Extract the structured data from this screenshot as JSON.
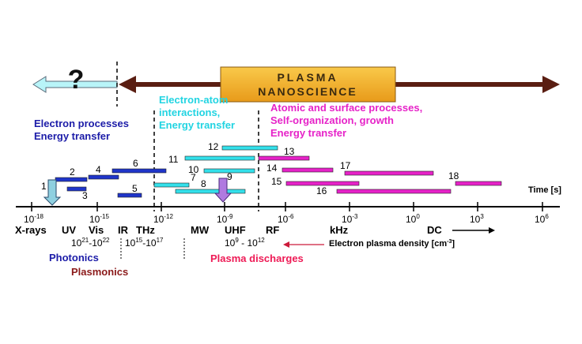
{
  "banner": {
    "line1": "PLASMA",
    "line2": "NANOSCIENCE",
    "question": "?"
  },
  "groups": {
    "electron": {
      "line1": "Electron processes",
      "line2": "Energy transfer"
    },
    "atom": {
      "line1": "Electron-atom",
      "line2": "interactions,",
      "line3": "Energy transfer"
    },
    "surface": {
      "line1": "Atomic and surface processes,",
      "line2": "Self-organization, growth",
      "line3": "Energy transfer"
    }
  },
  "time_axis": {
    "label": "Time [s]",
    "ticks": [
      {
        "base": "10",
        "exp": "-18"
      },
      {
        "base": "10",
        "exp": "-15"
      },
      {
        "base": "10",
        "exp": "-12"
      },
      {
        "base": "10",
        "exp": "-9"
      },
      {
        "base": "10",
        "exp": "-6"
      },
      {
        "base": "10",
        "exp": "-3"
      },
      {
        "base": "10",
        "exp": "0"
      },
      {
        "base": "10",
        "exp": "3"
      },
      {
        "base": "10",
        "exp": "6"
      }
    ]
  },
  "bars": [
    {
      "n": "1",
      "color": "#1f35c9"
    },
    {
      "n": "2",
      "color": "#1f35c9"
    },
    {
      "n": "3",
      "color": "#1f35c9"
    },
    {
      "n": "4",
      "color": "#1f35c9"
    },
    {
      "n": "5",
      "color": "#1f35c9"
    },
    {
      "n": "6",
      "color": "#1f35c9"
    },
    {
      "n": "7",
      "color": "#33e0ea"
    },
    {
      "n": "8",
      "color": "#33e0ea"
    },
    {
      "n": "9",
      "color": "#33e0ea"
    },
    {
      "n": "10",
      "color": "#33e0ea"
    },
    {
      "n": "11",
      "color": "#33e0ea"
    },
    {
      "n": "12",
      "color": "#33e0ea"
    },
    {
      "n": "13",
      "color": "#e622c8"
    },
    {
      "n": "14",
      "color": "#e622c8"
    },
    {
      "n": "15",
      "color": "#e622c8"
    },
    {
      "n": "16",
      "color": "#e622c8"
    },
    {
      "n": "17",
      "color": "#e622c8"
    },
    {
      "n": "18",
      "color": "#e622c8"
    }
  ],
  "spectrum": [
    {
      "text": "X-rays",
      "color": "#000000"
    },
    {
      "text": "UV",
      "color": "#1a1aa0"
    },
    {
      "text": "Vis",
      "color": "#22bb22"
    },
    {
      "text": "IR",
      "color": "#cc2020"
    },
    {
      "text": "THz",
      "color": "#8b1a1a"
    },
    {
      "text": "MW",
      "color": "#ee5a1a"
    },
    {
      "text": "UHF",
      "color": "#3a9aa8"
    },
    {
      "text": "RF",
      "color": "#3a3ad8"
    },
    {
      "text": "kHz",
      "color": "#5a3aa8"
    },
    {
      "text": "DC",
      "color": "#000000"
    }
  ],
  "density": {
    "range1": {
      "base1": "10",
      "exp1": "21",
      "mid": "-10",
      "exp2": "22"
    },
    "range2": {
      "base1": "10",
      "exp1": "15",
      "mid": "-10",
      "exp2": "17"
    },
    "range3": {
      "base1": "10",
      "exp1": "9",
      "mid": " - 10",
      "exp2": "12"
    },
    "label": {
      "text": "Electron plasma density [cm",
      "exp": "-3",
      "close": "]"
    }
  },
  "domains": {
    "photonics": "Photonics",
    "plasmonics": "Plasmonics",
    "discharges": "Plasma discharges"
  },
  "colors": {
    "navy": "#1c1ca8",
    "cyan": "#33e0ea",
    "magenta": "#e622c8",
    "brown": "#5a1e12",
    "banner_fill": "#f2a825",
    "question_arrow": "#b8f4f8",
    "discharge": "#ee1a55",
    "plasmonics": "#8b1a1a"
  }
}
